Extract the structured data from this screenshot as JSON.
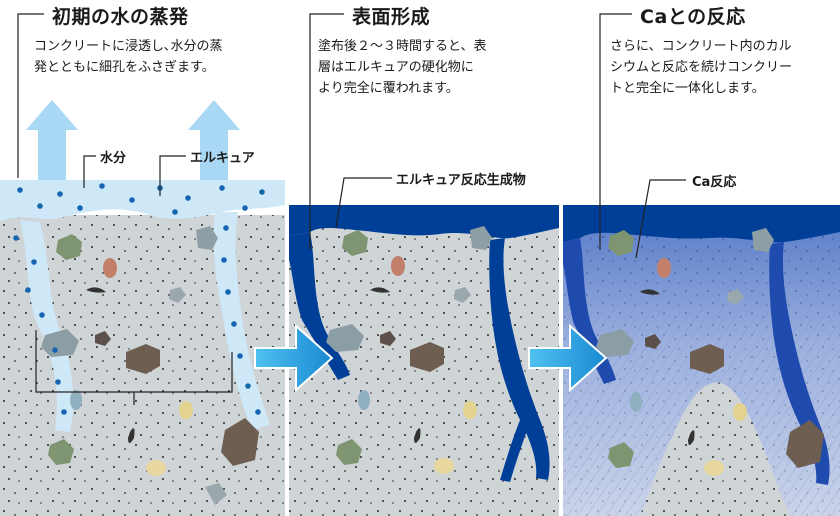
{
  "panels": [
    {
      "title": "初期の水の蒸発",
      "description_lines": [
        "コンクリートに浸透し､水分の蒸",
        "発とともに細孔をふさぎます。"
      ],
      "labels": [
        "水分",
        "エルキュア"
      ]
    },
    {
      "title": "表面形成",
      "description_lines": [
        "塗布後２〜３時間すると、表",
        "層はエルキュアの硬化物に",
        "より完全に覆われます。"
      ],
      "labels": [
        "エルキュア反応生成物"
      ]
    },
    {
      "title": "Caとの反応",
      "description_lines": [
        "さらに、コンクリート内のカル",
        "シウムと反応を続けコンクリー",
        "トと完全に一体化します。"
      ],
      "labels": [
        "Ca反応"
      ]
    }
  ],
  "colors": {
    "concrete": "#cfd4d7",
    "water": "#cfe8f8",
    "dark_blue": "#003f98",
    "arrow": "#1e96d8",
    "dot": "#1565b0"
  }
}
